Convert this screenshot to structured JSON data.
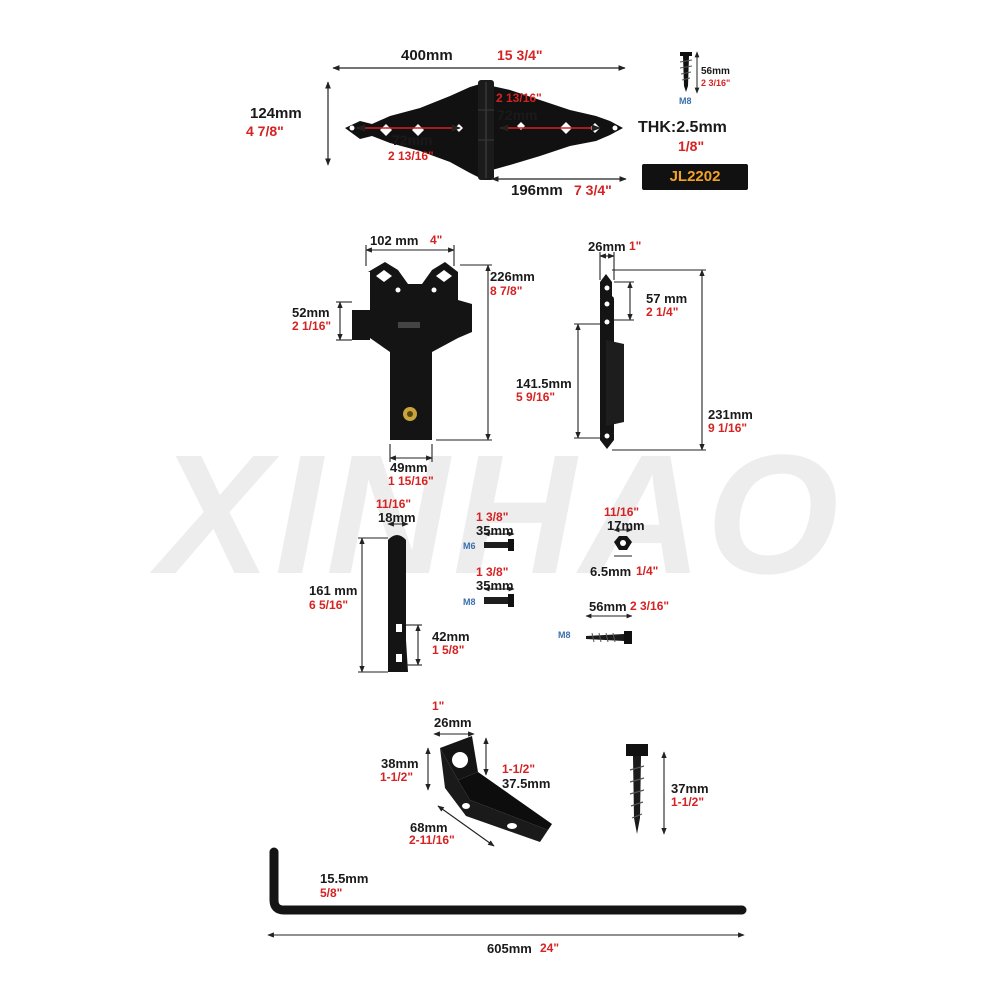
{
  "watermark": "XINHAO",
  "model_badge": "JL2202",
  "colors": {
    "part": "#111111",
    "imperial": "#d62222",
    "metric": "#1a1a1a",
    "screw_size": "#3a6fae",
    "badge_text": "#f4a227",
    "watermark": "#ededed"
  },
  "hinge": {
    "overall_mm": "400mm",
    "overall_in": "15 3/4\"",
    "height_mm": "124mm",
    "height_in": "4 7/8\"",
    "left_pitch_mm": "72mm",
    "left_pitch_in": "2 13/16\"",
    "right_pitch_mm": "72mm",
    "right_pitch_in": "2 13/16\"",
    "leaf_mm": "196mm",
    "leaf_in": "7 3/4\"",
    "thickness_mm": "THK:2.5mm",
    "thickness_in": "1/8\""
  },
  "hinge_screw": {
    "length_mm": "56mm",
    "length_in": "2 3/16\"",
    "size": "M8"
  },
  "latch_plate": {
    "width_mm": "102 mm",
    "width_in": "4\"",
    "height_mm": "226mm",
    "height_in": "8 7/8\"",
    "slot_mm": "52mm",
    "slot_in": "2 1/16\"",
    "bottom_mm": "49mm",
    "bottom_in": "1 15/16\""
  },
  "pull_handle": {
    "width_mm": "26mm",
    "width_in": "1\"",
    "hole_mm": "57 mm",
    "hole_in": "2 1/4\"",
    "grip_mm": "141.5mm",
    "grip_in": "5 9/16\"",
    "overall_mm": "231mm",
    "overall_in": "9 1/16\""
  },
  "drop_rod_guide": {
    "width_in": "11/16\"",
    "width_mm": "18mm",
    "height_mm": "161 mm",
    "height_in": "6 5/16\"",
    "hole_mm": "42mm",
    "hole_in": "1 5/8\""
  },
  "bolt_m6": {
    "size": "M6",
    "length_in": "1 3/8\"",
    "length_mm": "35mm"
  },
  "bolt_m8": {
    "size": "M8",
    "length_in": "1 3/8\"",
    "length_mm": "35mm"
  },
  "nut": {
    "width_in": "11/16\"",
    "width_mm": "17mm",
    "thickness_mm": "6.5mm",
    "thickness_in": "1/4\""
  },
  "lag_screw": {
    "size": "M8",
    "length_mm": "56mm",
    "length_in": "2 3/16\""
  },
  "angle_bracket": {
    "width_in": "1\"",
    "width_mm": "26mm",
    "height_mm": "38mm",
    "height_in": "1-1/2\"",
    "hole_in": "1-1/2\"",
    "hole_mm": "37.5mm",
    "length_mm": "68mm",
    "length_in": "2-11/16\""
  },
  "short_screw": {
    "length_mm": "37mm",
    "length_in": "1-1/2\""
  },
  "drop_rod": {
    "hook_mm": "15.5mm",
    "hook_in": "5/8\"",
    "length_mm": "605mm",
    "length_in": "24\""
  }
}
